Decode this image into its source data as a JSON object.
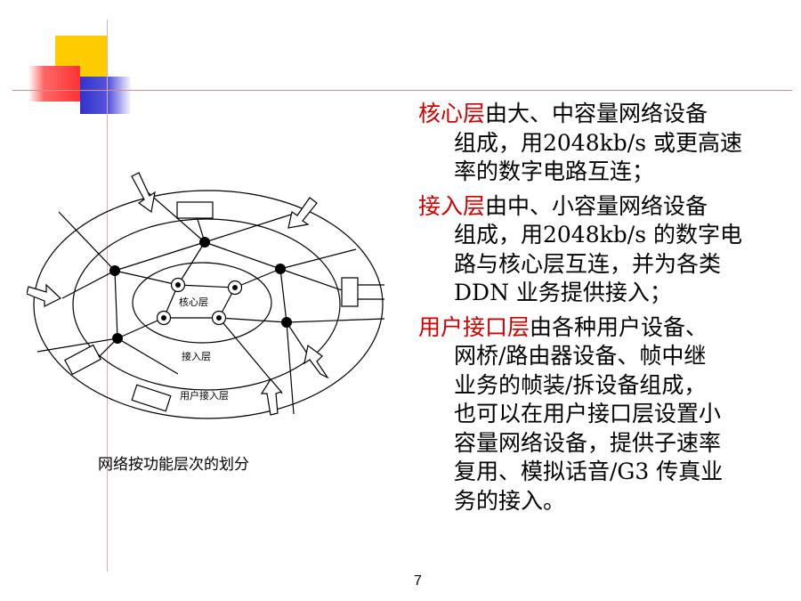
{
  "paragraphs": [
    {
      "keyword": "核心层",
      "lines": [
        "由大、中容量网络设备",
        "组成，用2048kb/s 或更高速",
        "率的数字电路互连；"
      ]
    },
    {
      "keyword": "接入层",
      "lines": [
        "由中、小容量网络设备",
        "组成，用2048kb/s 的数字电",
        "路与核心层互连，并为各类",
        "DDN 业务提供接入；"
      ]
    },
    {
      "keyword": "用户接口层",
      "lines": [
        "由各种用户设备、",
        "网桥/路由器设备、帧中继",
        "业务的帧装/拆设备组成，",
        "也可以在用户接口层设置小",
        "容量网络设备，提供子速率",
        "复用、模拟话音/G3 传真业",
        "务的接入。"
      ]
    }
  ],
  "diagram": {
    "labels": {
      "core": "核心层",
      "access": "接入层",
      "user": "用户接入层"
    },
    "caption": "网络按功能层次的划分"
  },
  "page_number": "7",
  "colors": {
    "keyword": "#cc0000",
    "yellow": "#ffcc00",
    "red": "#ff3333",
    "blue": "#3333cc"
  }
}
